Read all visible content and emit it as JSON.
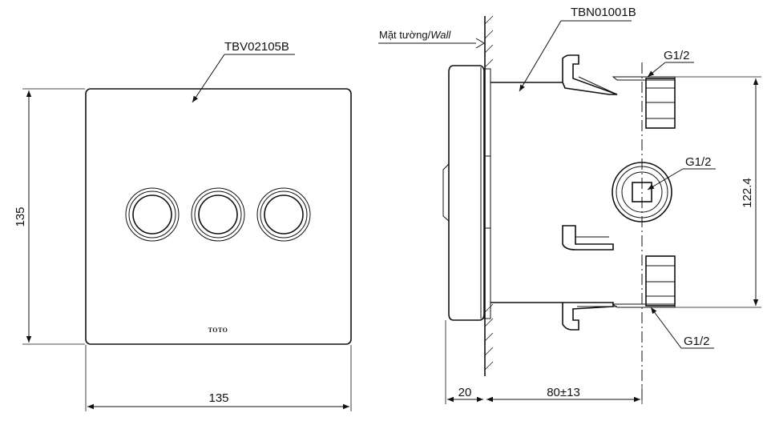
{
  "front_view": {
    "model_label": "TBV02105B",
    "brand_logo": "TOTO",
    "width_dimension": "135",
    "height_dimension": "135"
  },
  "side_view": {
    "body_label": "TBN01001B",
    "wall_label_vi": "Mặt tường/",
    "wall_label_en": "Wall",
    "port_top": "G1/2",
    "port_middle": "G1/2",
    "port_bottom": "G1/2",
    "height_dimension": "122.4",
    "cover_depth_dimension": "20",
    "body_depth_dimension": "80±13"
  }
}
